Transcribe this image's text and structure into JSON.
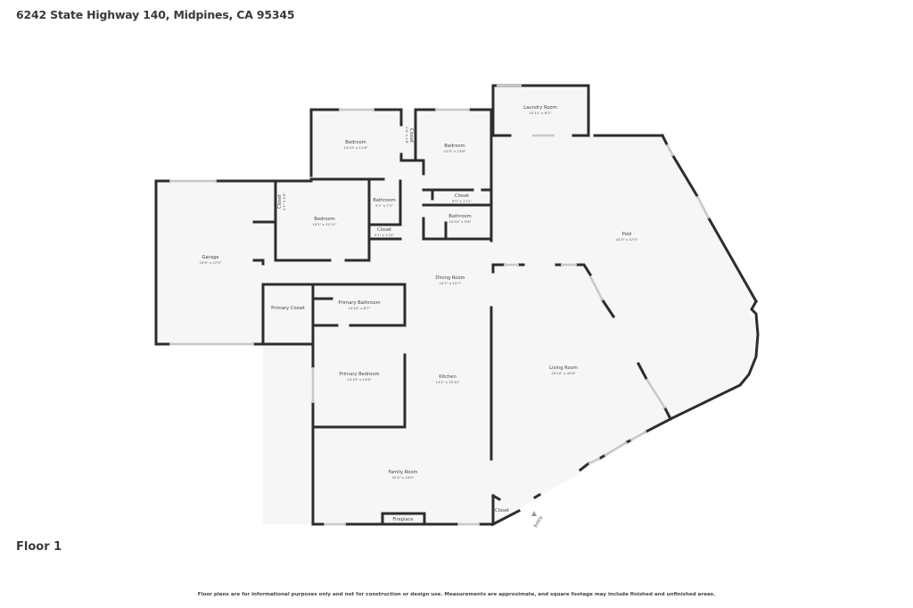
{
  "header": {
    "address": "6242 State Highway 140, Midpines, CA 95345"
  },
  "floor": {
    "label": "Floor 1"
  },
  "disclaimer": "Floor plans are for informational purposes only and not for construction or design use. Measurements are approximate, and square footage may include finished and unfinished areas.",
  "rooms": {
    "laundry": {
      "name": "Laundry Room",
      "dims": "15'11\" x 8'2\""
    },
    "bedroom1": {
      "name": "Bedroom",
      "dims": "14'10\" x 11'6\""
    },
    "closet1": {
      "name": "Closet",
      "dims": "2'9\" x 4'8\""
    },
    "bedroom2": {
      "name": "Bedroom",
      "dims": "12'5\" x 13'8\""
    },
    "closet2": {
      "name": "Closet",
      "dims": "9'5\" x 1'11\""
    },
    "bathroom2": {
      "name": "Bathroom",
      "dims": "10'10\" x 5'8\""
    },
    "closet3": {
      "name": "Closet",
      "dims": "2'1\" x 4'8\""
    },
    "bedroom3": {
      "name": "Bedroom",
      "dims": "15'2\" x 12'11\""
    },
    "bathroom1": {
      "name": "Bathroom",
      "dims": "5'1\" x 7'2\""
    },
    "closet4": {
      "name": "Closet",
      "dims": "5'1\" x 1'10\""
    },
    "garage": {
      "name": "Garage",
      "dims": "19'9\" x 27'0\""
    },
    "pool": {
      "name": "Pool",
      "dims": "44'5\" x 47'5\""
    },
    "dining": {
      "name": "Dining Room",
      "dims": "14'2\" x 14'7\""
    },
    "primary_closet": {
      "name": "Primary Closet",
      "dims": ""
    },
    "primary_bath": {
      "name": "Primary Bathroom",
      "dims": "14'10\" x 6'7\""
    },
    "primary_bed": {
      "name": "Primary Bedroom",
      "dims": "14'10\" x 14'8\""
    },
    "kitchen": {
      "name": "Kitchen",
      "dims": "14'2\" x 15'10\""
    },
    "living": {
      "name": "Living Room",
      "dims": "29'10\" x 40'6\""
    },
    "family": {
      "name": "Family Room",
      "dims": "20'5\" x 15'9\""
    },
    "fireplace": {
      "name": "Fireplace"
    },
    "closet5": {
      "name": "Closet"
    },
    "entry": {
      "name": "Entry"
    }
  }
}
